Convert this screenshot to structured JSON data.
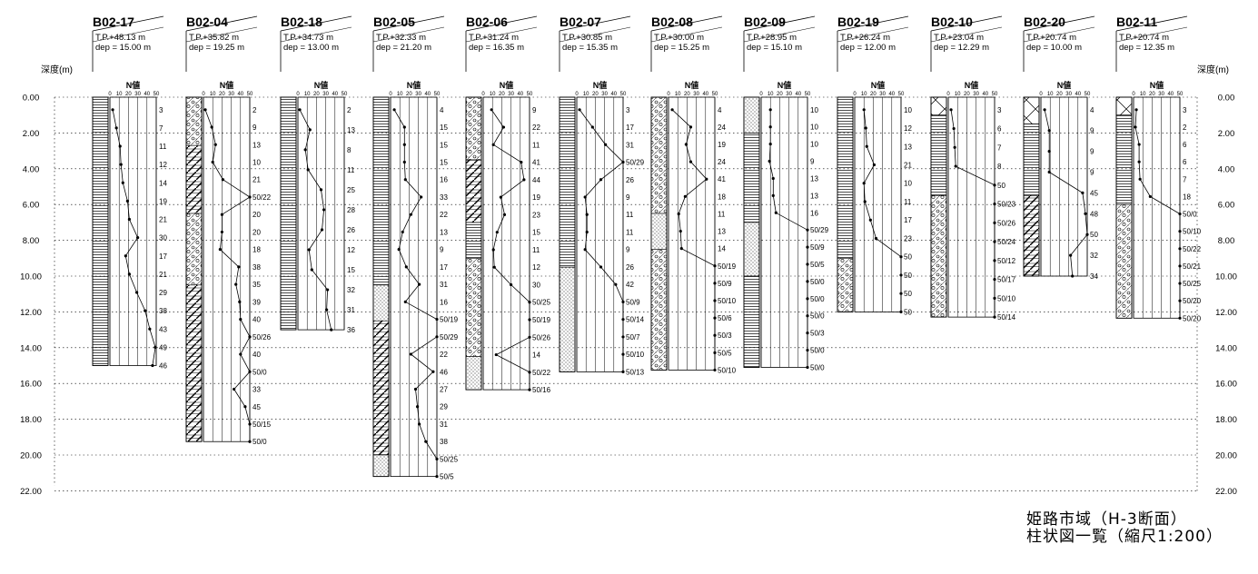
{
  "title": {
    "line1": "姫路市域（H-3断面）",
    "line2": "柱状図一覧（縮尺1:200）"
  },
  "axis": {
    "label_left": "深度(m)",
    "label_right": "深度(m)",
    "ticks": [
      "0.00",
      "2.00",
      "4.00",
      "6.00",
      "8.00",
      "10.00",
      "12.00",
      "14.00",
      "16.00",
      "18.00",
      "20.00",
      "22.00"
    ],
    "ticks_right": [
      "0.00",
      "2.00",
      "4.00",
      "6.00",
      "8.00",
      "10.00",
      "12.00",
      "14.00",
      "16.00",
      "18.00",
      "20.00",
      "22.00"
    ]
  },
  "n_header": "N値",
  "n_scale": [
    "0",
    "10",
    "20",
    "30",
    "40",
    "50"
  ],
  "boreholes": [
    {
      "id": "B02-17",
      "tp": "T.P.+48.13 m",
      "dep": "dep = 15.00 m",
      "depth": 15.0,
      "n": [
        3,
        7,
        11,
        12,
        14,
        19,
        21,
        30,
        17,
        21,
        29,
        38,
        43,
        49,
        46
      ],
      "layers": [
        {
          "type": "horiz",
          "from": 0,
          "to": 15.0
        }
      ]
    },
    {
      "id": "B02-04",
      "tp": "T.P.+35.82 m",
      "dep": "dep = 19.25 m",
      "depth": 19.25,
      "n": [
        2,
        9,
        13,
        10,
        21,
        "50/22",
        20,
        20,
        18,
        38,
        35,
        39,
        40,
        "50/26",
        40,
        "50/0",
        33,
        45,
        "50/15",
        "50/0"
      ],
      "layers": [
        {
          "type": "gravel",
          "from": 0,
          "to": 2.7
        },
        {
          "type": "diag",
          "from": 2.7,
          "to": 6.5
        },
        {
          "type": "gravel",
          "from": 6.5,
          "to": 10.5
        },
        {
          "type": "diag",
          "from": 10.5,
          "to": 19.25
        }
      ]
    },
    {
      "id": "B02-18",
      "tp": "T.P.+34.73 m",
      "dep": "dep = 13.00 m",
      "depth": 13.0,
      "n": [
        2,
        13,
        8,
        11,
        25,
        28,
        26,
        12,
        15,
        32,
        31,
        36
      ],
      "layers": [
        {
          "type": "horiz",
          "from": 0,
          "to": 13.0
        }
      ]
    },
    {
      "id": "B02-05",
      "tp": "T.P.+32.33 m",
      "dep": "dep = 21.20 m",
      "depth": 21.2,
      "n": [
        4,
        15,
        15,
        15,
        16,
        33,
        22,
        13,
        9,
        17,
        31,
        16,
        "50/19",
        "50/29",
        22,
        46,
        27,
        29,
        31,
        38,
        "50/25",
        "50/5"
      ],
      "layers": [
        {
          "type": "horiz",
          "from": 0,
          "to": 10.5
        },
        {
          "type": "dots",
          "from": 10.5,
          "to": 12.5
        },
        {
          "type": "diag",
          "from": 12.5,
          "to": 20.0
        },
        {
          "type": "dots",
          "from": 20.0,
          "to": 21.2
        }
      ]
    },
    {
      "id": "B02-06",
      "tp": "T.P.+31.24 m",
      "dep": "dep = 16.35 m",
      "depth": 16.35,
      "n": [
        9,
        22,
        11,
        41,
        44,
        19,
        23,
        15,
        11,
        12,
        30,
        "50/25",
        "50/19",
        "50/26",
        14,
        "50/22",
        "50/16"
      ],
      "layers": [
        {
          "type": "gravel",
          "from": 0,
          "to": 3.5
        },
        {
          "type": "diag",
          "from": 3.5,
          "to": 7.0
        },
        {
          "type": "horiz",
          "from": 7.0,
          "to": 9.0
        },
        {
          "type": "gravel",
          "from": 9.0,
          "to": 14.5
        },
        {
          "type": "dots",
          "from": 14.5,
          "to": 16.35
        }
      ]
    },
    {
      "id": "B02-07",
      "tp": "T.P.+30.85 m",
      "dep": "dep = 15.35 m",
      "depth": 15.35,
      "n": [
        3,
        17,
        31,
        "50/29",
        26,
        9,
        11,
        11,
        9,
        26,
        42,
        "50/9",
        "50/14",
        "50/7",
        "50/10",
        "50/13"
      ],
      "layers": [
        {
          "type": "horiz",
          "from": 0,
          "to": 9.5
        },
        {
          "type": "dots",
          "from": 9.5,
          "to": 15.35
        }
      ]
    },
    {
      "id": "B02-08",
      "tp": "T.P.+30.00 m",
      "dep": "dep = 15.25 m",
      "depth": 15.25,
      "n": [
        4,
        24,
        19,
        24,
        41,
        18,
        11,
        13,
        14,
        "50/19",
        "50/9",
        "50/10",
        "50/6",
        "50/3",
        "50/5",
        "50/10"
      ],
      "layers": [
        {
          "type": "gravel",
          "from": 0,
          "to": 6.5
        },
        {
          "type": "dots",
          "from": 6.5,
          "to": 8.5
        },
        {
          "type": "gravel",
          "from": 8.5,
          "to": 15.25
        }
      ]
    },
    {
      "id": "B02-09",
      "tp": "T.P.+28.95 m",
      "dep": "dep = 15.10 m",
      "depth": 15.1,
      "n": [
        10,
        10,
        10,
        9,
        13,
        13,
        16,
        "50/29",
        "50/9",
        "50/5",
        "50/0",
        "50/0",
        "50/0",
        "50/3",
        "50/0",
        "50/0"
      ],
      "layers": [
        {
          "type": "dots",
          "from": 0,
          "to": 2.0
        },
        {
          "type": "horiz",
          "from": 2.0,
          "to": 7.0
        },
        {
          "type": "dots",
          "from": 7.0,
          "to": 10.0
        },
        {
          "type": "horiz",
          "from": 10.0,
          "to": 15.1
        }
      ]
    },
    {
      "id": "B02-19",
      "tp": "T.P.+26.24 m",
      "dep": "dep = 12.00 m",
      "depth": 12.0,
      "n": [
        10,
        12,
        13,
        21,
        10,
        11,
        17,
        23,
        "50",
        "50",
        "50",
        "50"
      ],
      "layers": [
        {
          "type": "horiz",
          "from": 0,
          "to": 9.0
        },
        {
          "type": "gravel",
          "from": 9.0,
          "to": 12.0
        }
      ]
    },
    {
      "id": "B02-10",
      "tp": "T.P.+23.04 m",
      "dep": "dep = 12.29 m",
      "depth": 12.29,
      "n": [
        3,
        6,
        7,
        8,
        "50",
        "50/23",
        "50/26",
        "50/24",
        "50/12",
        "50/17",
        "50/10",
        "50/14"
      ],
      "layers": [
        {
          "type": "cross",
          "from": 0,
          "to": 1.0
        },
        {
          "type": "horiz",
          "from": 1.0,
          "to": 5.5
        },
        {
          "type": "gravel",
          "from": 5.5,
          "to": 12.29
        }
      ]
    },
    {
      "id": "B02-20",
      "tp": "T.P.+20.74 m",
      "dep": "dep = 10.00 m",
      "depth": 10.0,
      "n": [
        4,
        9,
        9,
        9,
        45,
        48,
        "50",
        32,
        34
      ],
      "layers": [
        {
          "type": "cross",
          "from": 0,
          "to": 1.5
        },
        {
          "type": "horiz",
          "from": 1.5,
          "to": 5.5
        },
        {
          "type": "diag",
          "from": 5.5,
          "to": 10.0
        }
      ]
    },
    {
      "id": "B02-11",
      "tp": "T.P.+20.74 m",
      "dep": "dep = 12.35 m",
      "depth": 12.35,
      "n": [
        3,
        2,
        6,
        6,
        7,
        18,
        "50/0",
        "50/10",
        "50/22",
        "50/21",
        "50/25",
        "50/20",
        "50/20"
      ],
      "layers": [
        {
          "type": "cross",
          "from": 0,
          "to": 1.0
        },
        {
          "type": "horiz",
          "from": 1.0,
          "to": 6.0
        },
        {
          "type": "gravel",
          "from": 6.0,
          "to": 12.35
        }
      ]
    }
  ]
}
